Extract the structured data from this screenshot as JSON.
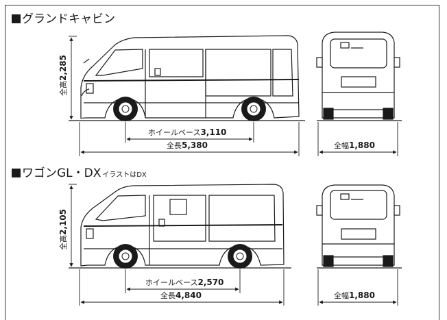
{
  "sections": [
    {
      "title": "グランドキャビン",
      "note": "",
      "height": {
        "label": "全高",
        "value": "2,285"
      },
      "wheelbase": {
        "label": "ホイールベース",
        "value": "3,110"
      },
      "length": {
        "label": "全長",
        "value": "5,380"
      },
      "width": {
        "label": "全幅",
        "value": "1,880"
      }
    },
    {
      "title": "ワゴンGL・DX",
      "note": "イラストはDX",
      "height": {
        "label": "全高",
        "value": "2,105"
      },
      "wheelbase": {
        "label": "ホイールベース",
        "value": "2,570"
      },
      "length": {
        "label": "全長",
        "value": "4,840"
      },
      "width": {
        "label": "全幅",
        "value": "1,880"
      }
    }
  ],
  "colors": {
    "line": "#1a1a1a",
    "tire": "#1a1a1a",
    "body": "#ffffff"
  }
}
